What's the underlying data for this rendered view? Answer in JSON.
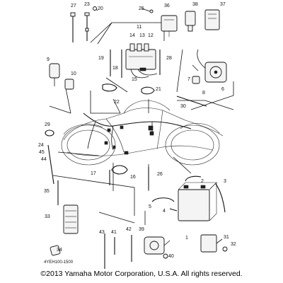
{
  "diagram": {
    "part_labels": [
      "27",
      "23",
      "20",
      "25",
      "36",
      "38",
      "37",
      "11",
      "14",
      "13",
      "12",
      "19",
      "18",
      "15",
      "28",
      "9",
      "10",
      "7",
      "8",
      "6",
      "22",
      "21",
      "30",
      "29",
      "24",
      "45",
      "44",
      "16",
      "17",
      "35",
      "26",
      "3",
      "2",
      "5",
      "4",
      "1",
      "33",
      "43",
      "41",
      "42",
      "39",
      "31",
      "32",
      "34",
      "40"
    ],
    "reference_code": "4YEH100-1500",
    "copyright": "©2013 Yamaha Motor Corporation, U.S.A. All rights reserved."
  },
  "colors": {
    "line": "#111111",
    "background": "#ffffff"
  }
}
